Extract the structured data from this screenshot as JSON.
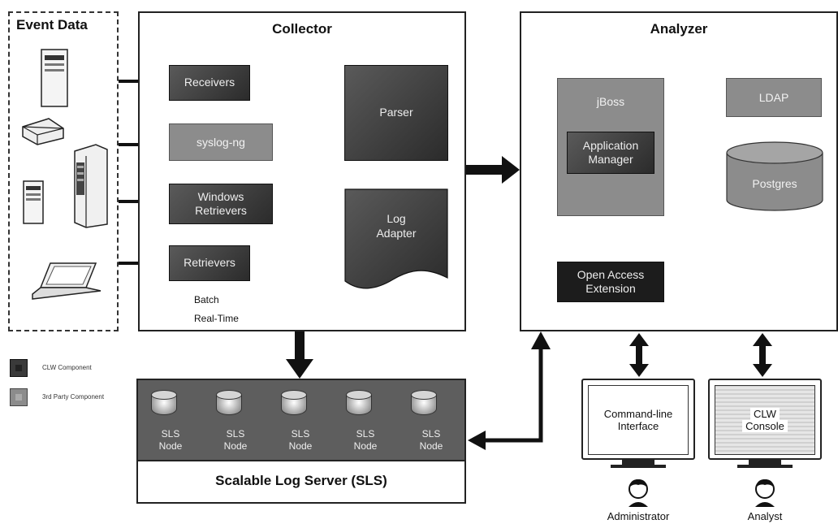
{
  "event_data": {
    "title": "Event Data"
  },
  "collector": {
    "title": "Collector",
    "receivers": "Receivers",
    "syslog": "syslog-ng",
    "windows_retrievers": [
      "Windows",
      "Retrievers"
    ],
    "retrievers": "Retrievers",
    "parser": "Parser",
    "log_adapter": [
      "Log",
      "Adapter"
    ],
    "batch_label": "Batch",
    "realtime_label": "Real-Time"
  },
  "analyzer": {
    "title": "Analyzer",
    "jboss": "jBoss",
    "app_manager": [
      "Application",
      "Manager"
    ],
    "ldap": "LDAP",
    "postgres": "Postgres",
    "open_access": [
      "Open Access",
      "Extension"
    ]
  },
  "legend": {
    "clw": "CLW Component",
    "third_party": "3rd Party Component",
    "colors": {
      "clw": "#3a3a3a",
      "third_party": "#8c8c8c"
    }
  },
  "sls": {
    "title": "Scalable Log Server (SLS)",
    "nodes": [
      [
        "SLS",
        "Node"
      ],
      [
        "SLS",
        "Node"
      ],
      [
        "SLS",
        "Node"
      ],
      [
        "SLS",
        "Node"
      ],
      [
        "SLS",
        "Node"
      ]
    ]
  },
  "clients": {
    "cli": [
      "Command-line",
      "Interface"
    ],
    "console": [
      "CLW",
      "Console"
    ],
    "administrator": "Administrator",
    "analyst": "Analyst"
  },
  "icons": [
    "server-icon",
    "router-icon",
    "tower-pc-icon",
    "laptop-icon",
    "user-icon",
    "monitor-icon"
  ]
}
